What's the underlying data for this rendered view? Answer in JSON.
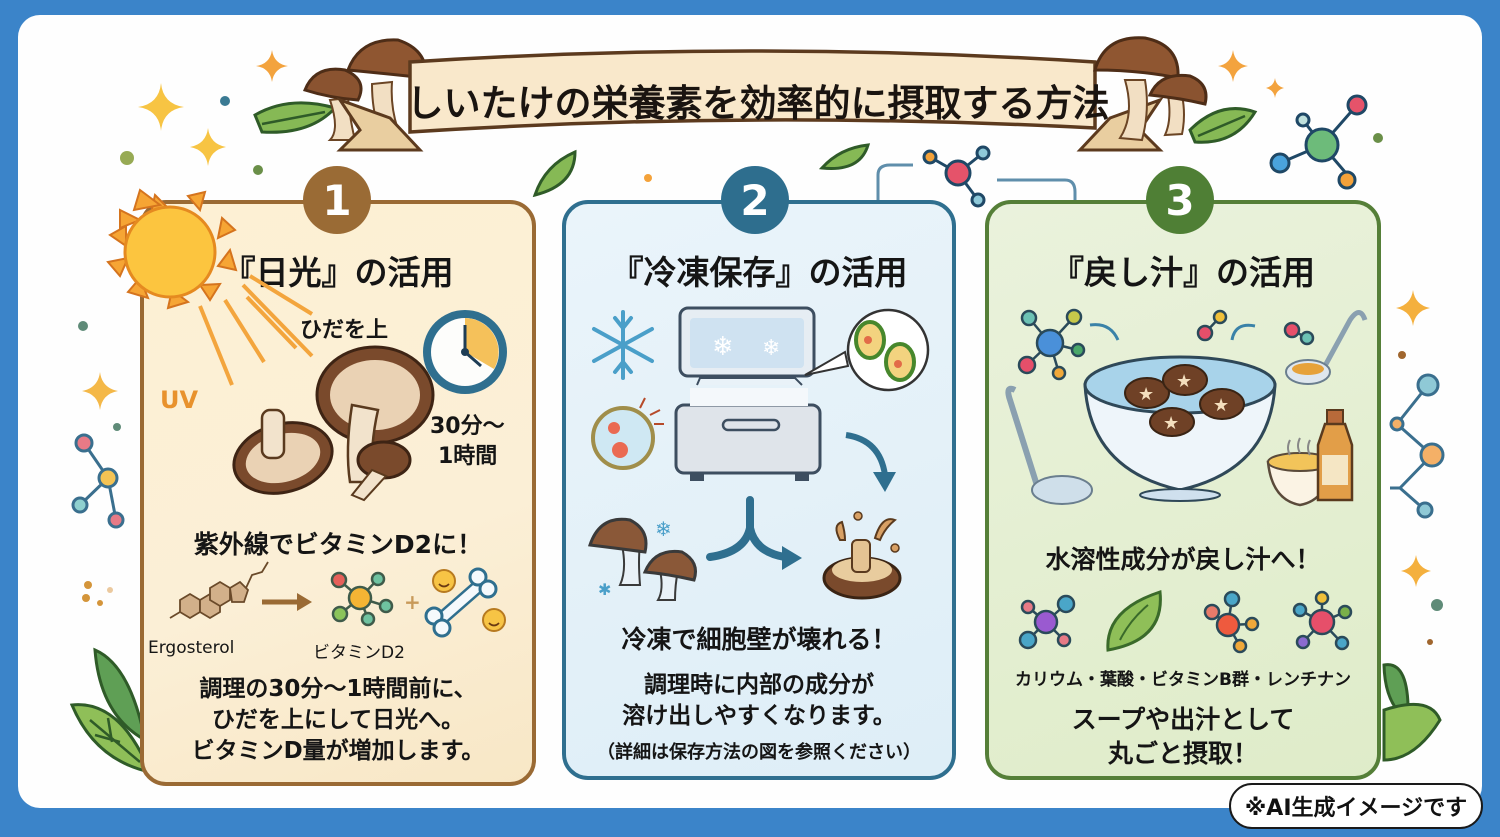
{
  "title": "しいたけの栄養素を効率的に摂取する方法",
  "colors": {
    "frame": "#3b84c9",
    "card1_border": "#9a6a34",
    "card2_border": "#2f6f8f",
    "card3_border": "#557f38"
  },
  "cards": [
    {
      "number": "1",
      "title": "『日光』の活用",
      "labels": {
        "uv": "UV",
        "gills_up": "ひだを上",
        "duration": [
          "30分〜",
          "1時間"
        ],
        "ergosterol": "Ergosterol",
        "vitamin_d2": "ビタミンD2"
      },
      "headline": "紫外線でビタミンD2に！",
      "body": [
        "調理の30分〜1時間前に、",
        "ひだを上にして日光へ。",
        "ビタミンD量が増加します。"
      ],
      "icons": [
        "sun-icon",
        "uv-rays-icon",
        "shiitake-mushrooms-icon",
        "clock-icon",
        "ergosterol-molecule-icon",
        "arrow-right-icon",
        "vitamin-d2-molecule-icon",
        "plus-icon",
        "bone-icon",
        "smiley-icon"
      ]
    },
    {
      "number": "2",
      "title": "『冷凍保存』の活用",
      "headline": "冷凍で細胞壁が壊れる！",
      "body": [
        "調理時に内部の成分が",
        "溶け出しやすくなります。"
      ],
      "note": "（詳細は保存方法の図を参照ください）",
      "icons": [
        "snowflake-icon",
        "freezer-icon",
        "broken-cell-icon",
        "cell-zoom-icon",
        "curved-arrow-icon",
        "frozen-mushrooms-icon",
        "branch-arrow-icon",
        "bursting-mushroom-icon"
      ]
    },
    {
      "number": "3",
      "title": "『戻し汁』の活用",
      "headline": "水溶性成分が戻し汁へ！",
      "nutrients": "カリウム・葉酸・ビタミンB群・レンチナン",
      "body": [
        "スープや出汁として",
        "丸ごと摂取！"
      ],
      "icons": [
        "molecule-icon",
        "bowl-with-mushrooms-icon",
        "ladle-icon",
        "soup-bowl-icon",
        "bottle-icon",
        "leaf-icon"
      ]
    }
  ],
  "badge": "※AI生成イメージです"
}
